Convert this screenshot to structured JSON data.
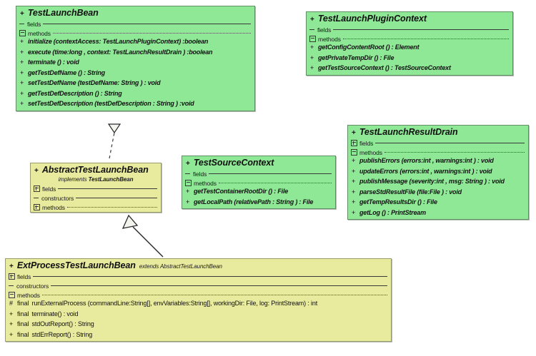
{
  "diagram": {
    "type": "uml-class-diagram",
    "background": "#ffffff",
    "palette": {
      "interface_fill": "#8ee896",
      "interface_border": "#5f8f63",
      "class_fill": "#e8ea9e",
      "class_border": "#9a9c6a",
      "text": "#111111",
      "rule": "#3a3a3a"
    }
  },
  "classes": [
    {
      "id": "TestLaunchBean",
      "visibility": "+",
      "name": "TestLaunchBean",
      "fill": "interface",
      "sections": [
        {
          "key": "fields",
          "label": "fields",
          "collapsed": true,
          "marker": "dash",
          "rule": "solid",
          "members": []
        },
        {
          "key": "methods",
          "label": "methods",
          "collapsed": false,
          "marker": "minus",
          "rule": "dotted",
          "members": [
            {
              "vis": "+",
              "mod": "",
              "sig": "initialize (contextAccess: TestLaunchPluginContext) :boolean"
            },
            {
              "vis": "+",
              "mod": "",
              "sig": "execute (time:long , context: TestLaunchResultDrain ) :boolean"
            },
            {
              "vis": "+",
              "mod": "",
              "sig": "terminate () : void"
            },
            {
              "vis": "+",
              "mod": "",
              "sig": "getTestDefName () : String"
            },
            {
              "vis": "+",
              "mod": "",
              "sig": "setTestDefName (testDefName: String ) : void"
            },
            {
              "vis": "+",
              "mod": "",
              "sig": "getTestDefDescription () : String"
            },
            {
              "vis": "+",
              "mod": "",
              "sig": "setTestDefDescription (testDefDescription : String ) :void"
            }
          ]
        }
      ]
    },
    {
      "id": "TestLaunchPluginContext",
      "visibility": "+",
      "name": "TestLaunchPluginContext",
      "fill": "interface",
      "sections": [
        {
          "key": "fields",
          "label": "fields",
          "collapsed": true,
          "marker": "dash",
          "rule": "solid",
          "members": []
        },
        {
          "key": "methods",
          "label": "methods",
          "collapsed": false,
          "marker": "minus",
          "rule": "dotted",
          "members": [
            {
              "vis": "+",
              "mod": "",
              "sig": "getConfigContentRoot () : Element"
            },
            {
              "vis": "+",
              "mod": "",
              "sig": "getPrivateTempDir () : File"
            },
            {
              "vis": "+",
              "mod": "",
              "sig": "getTestSourceContext () : TestSourceContext"
            }
          ]
        }
      ]
    },
    {
      "id": "TestLaunchResultDrain",
      "visibility": "+",
      "name": "TestLaunchResultDrain",
      "fill": "interface",
      "sections": [
        {
          "key": "fields",
          "label": "fields",
          "collapsed": true,
          "marker": "plus",
          "rule": "solid",
          "members": []
        },
        {
          "key": "methods",
          "label": "methods",
          "collapsed": false,
          "marker": "minus",
          "rule": "dotted",
          "members": [
            {
              "vis": "+",
              "mod": "",
              "sig": "publishErrors (errors:int ,  warnings:int ) : void"
            },
            {
              "vis": "+",
              "mod": "",
              "sig": "updateErrors (errors:int ,  warnings:int ) : void"
            },
            {
              "vis": "+",
              "mod": "",
              "sig": "publishMessage (severity:int ,  msg: String ) : void"
            },
            {
              "vis": "+",
              "mod": "",
              "sig": "parseStdResultFile (file:File ) : void"
            },
            {
              "vis": "+",
              "mod": "",
              "sig": "getTempResultsDir () : File"
            },
            {
              "vis": "+",
              "mod": "",
              "sig": "getLog () : PrintStream"
            }
          ]
        }
      ]
    },
    {
      "id": "AbstractTestLaunchBean",
      "visibility": "+",
      "name": "AbstractTestLaunchBean",
      "fill": "class",
      "stereotype_keyword": "implements",
      "stereotype_target": "TestLaunchBean",
      "sections": [
        {
          "key": "fields",
          "label": "fields",
          "collapsed": true,
          "marker": "plus",
          "rule": "solid",
          "members": []
        },
        {
          "key": "constructors",
          "label": "constructors",
          "collapsed": true,
          "marker": "dash",
          "rule": "solid",
          "members": []
        },
        {
          "key": "methods",
          "label": "methods",
          "collapsed": true,
          "marker": "plus",
          "rule": "dotted",
          "members": []
        }
      ]
    },
    {
      "id": "TestSourceContext",
      "visibility": "+",
      "name": "TestSourceContext",
      "fill": "interface",
      "sections": [
        {
          "key": "fields",
          "label": "fields",
          "collapsed": true,
          "marker": "dash",
          "rule": "solid",
          "members": []
        },
        {
          "key": "methods",
          "label": "methods",
          "collapsed": false,
          "marker": "minus",
          "rule": "dotted",
          "members": [
            {
              "vis": "+",
              "mod": "",
              "sig": "getTestContainerRootDir () : File"
            },
            {
              "vis": "+",
              "mod": "",
              "sig": "getLocalPath (relativePath : String ) : File"
            }
          ]
        }
      ]
    },
    {
      "id": "ExtProcessTestLaunchBean",
      "visibility": "+",
      "name": "ExtProcessTestLaunchBean",
      "fill": "class",
      "header_keyword": "extends",
      "header_target": "AbstractTestLaunchBean",
      "sections": [
        {
          "key": "fields",
          "label": "fields",
          "collapsed": true,
          "marker": "plus",
          "rule": "solid",
          "members": []
        },
        {
          "key": "constructors",
          "label": "constructors",
          "collapsed": true,
          "marker": "dash",
          "rule": "solid",
          "members": []
        },
        {
          "key": "methods",
          "label": "methods",
          "collapsed": false,
          "marker": "minus",
          "rule": "dotted",
          "members": [
            {
              "vis": "#",
              "mod": "final",
              "sig": "runExternalProcess (commandLine:String[], envVariables:String[], workingDir: File, log: PrintStream) : int"
            },
            {
              "vis": "+",
              "mod": "final",
              "sig": "terminate() : void"
            },
            {
              "vis": "+",
              "mod": "final",
              "sig": "stdOutReport() : String"
            },
            {
              "vis": "+",
              "mod": "final",
              "sig": "stdErrReport() : String"
            }
          ]
        }
      ]
    }
  ],
  "relationships": [
    {
      "id": "realize-abstract-to-iface",
      "kind": "realization",
      "from": "AbstractTestLaunchBean",
      "to": "TestLaunchBean",
      "line": "dashed",
      "arrow": "hollow-triangle"
    },
    {
      "id": "generalize-ext-to-abstract",
      "kind": "generalization",
      "from": "ExtProcessTestLaunchBean",
      "to": "AbstractTestLaunchBean",
      "line": "solid",
      "arrow": "hollow-triangle"
    }
  ]
}
